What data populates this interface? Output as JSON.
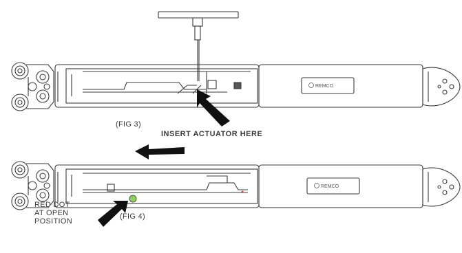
{
  "figure": {
    "fig3_label": "(FIG 3)",
    "fig4_label": "(FIG 4)",
    "insert_callout": "INSERT ACTUATOR HERE",
    "red_dot_callout": [
      "RED DOT",
      "AT OPEN",
      "POSITION"
    ],
    "brand_label": "REMCO",
    "colors": {
      "line": "#3a3a3a",
      "arrow": "#111111",
      "dot": "#8fd05a",
      "red_marker": "#d23a3a",
      "background": "#ffffff"
    }
  }
}
